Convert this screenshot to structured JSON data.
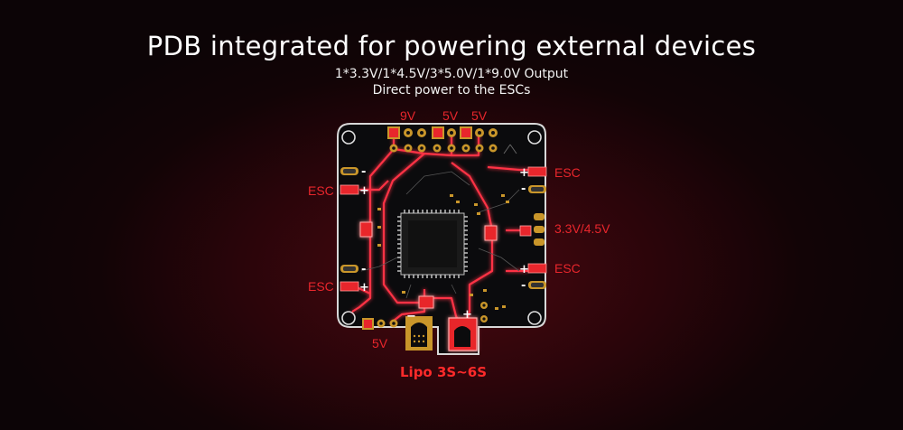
{
  "header": {
    "title": "PDB integrated for powering external devices",
    "subtitle_line1": "1*3.3V/1*4.5V/3*5.0V/1*9.0V Output",
    "subtitle_line2": "Direct power to the ESCs"
  },
  "labels": {
    "top_9v": "9V",
    "top_5v_a": "5V",
    "top_5v_b": "5V",
    "esc_right_top": "ESC",
    "esc_left_top": "ESC",
    "esc_right_bottom": "ESC",
    "esc_left_bottom": "ESC",
    "regulator": "3.3V/4.5V",
    "bottom_5v": "5V",
    "battery": "Lipo 3S~6S",
    "minus_mark": "−",
    "plus_mark": "+"
  },
  "colors": {
    "trace": "#ff3344",
    "label": "#e8262c",
    "pad": "#c9962a",
    "board": "#0b0b0d"
  }
}
